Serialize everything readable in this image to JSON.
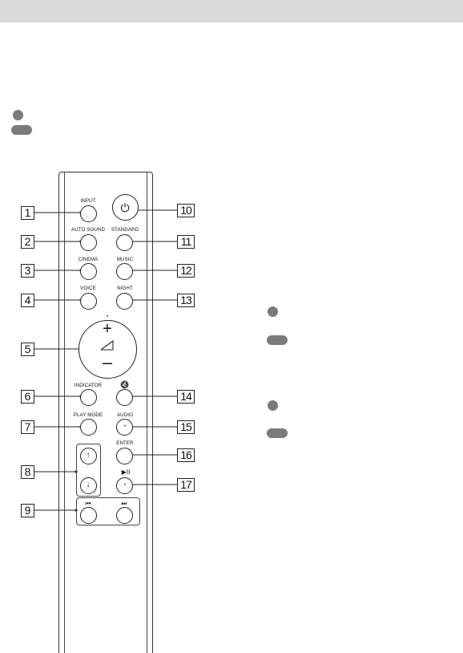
{
  "header_bar": {
    "color": "#d9d9d9"
  },
  "legend_markers": {
    "color": "#7a7a7a"
  },
  "remote": {
    "buttons": [
      {
        "label": "INPUT",
        "callout": "1"
      },
      {
        "label": "AUTO SOUND",
        "callout": "2"
      },
      {
        "label": "CINEMA",
        "callout": "3"
      },
      {
        "label": "VOICE",
        "callout": "4"
      },
      {
        "label": "",
        "callout": "5"
      },
      {
        "label": "INDICATOR",
        "callout": "6"
      },
      {
        "label": "PLAY MODE",
        "callout": "7"
      },
      {
        "label": "",
        "callout": "8"
      },
      {
        "label": "",
        "callout": "9"
      },
      {
        "label": "",
        "callout": "10"
      },
      {
        "label": "STANDARD",
        "callout": "11"
      },
      {
        "label": "MUSIC",
        "callout": "12"
      },
      {
        "label": "NIGHT",
        "callout": "13"
      },
      {
        "label": "",
        "callout": "14"
      },
      {
        "label": "AUDIO",
        "callout": "15"
      },
      {
        "label": "ENTER",
        "callout": "16"
      },
      {
        "label": "",
        "callout": "17"
      }
    ],
    "symbols": {
      "power": "⏻",
      "vol_plus": "+",
      "vol_minus": "–",
      "mute": "🔇",
      "up": "↑",
      "down": "↓",
      "prev": "⏮",
      "next": "⏭",
      "play_pause": "▶II"
    }
  }
}
